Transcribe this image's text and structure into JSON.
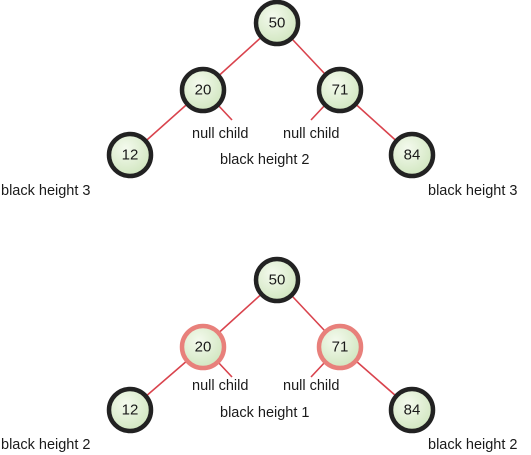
{
  "colors": {
    "edge": "#d9434d",
    "black_node_border": "#222222",
    "red_node_border": "#e8807b",
    "node_fill_light": "#f4faee",
    "node_fill_dark": "#cfe5bd"
  },
  "top_tree": {
    "nodes": {
      "root": "50",
      "left": "20",
      "right": "71",
      "left_left": "12",
      "right_right": "84"
    },
    "null_child_left": "null child",
    "null_child_right": "null child",
    "black_height_center": "black height 2",
    "black_height_left": "black height 3",
    "black_height_right": "black height 3"
  },
  "bottom_tree": {
    "nodes": {
      "root": "50",
      "left": "20",
      "right": "71",
      "left_left": "12",
      "right_right": "84"
    },
    "null_child_left": "null child",
    "null_child_right": "null child",
    "black_height_center": "black height 1",
    "black_height_left": "black height 2",
    "black_height_right": "black height 2"
  }
}
